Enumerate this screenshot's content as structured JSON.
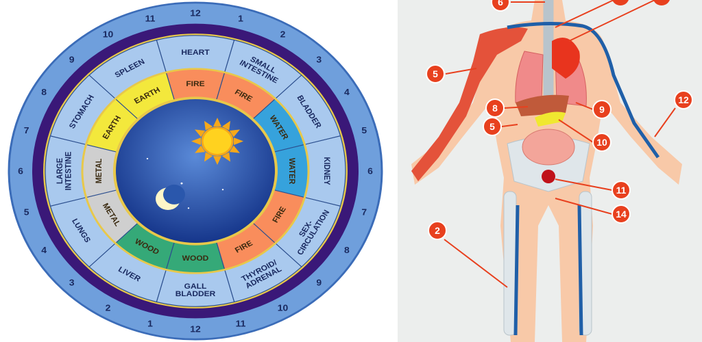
{
  "wheel": {
    "colors": {
      "hour_ring": "#6f9fdc",
      "purple_band": "#3a1878",
      "organ_ring": "#a9c9ee",
      "sky": "#1e4fa8",
      "gold": "#e8c84a",
      "fire": "#f98d5c",
      "water": "#36a2dc",
      "wood": "#35a978",
      "metal": "#cfcfcf",
      "earth": "#f3e83c"
    },
    "hour_labels": [
      "12",
      "1",
      "2",
      "3",
      "4",
      "5",
      "6",
      "7",
      "8",
      "9",
      "10",
      "11",
      "12",
      "1",
      "2",
      "3",
      "4",
      "5",
      "6",
      "7",
      "8",
      "9",
      "10",
      "11"
    ],
    "segments": [
      {
        "organ": [
          "HEART"
        ],
        "element": "FIRE",
        "type": "fire"
      },
      {
        "organ": [
          "SMALL",
          "INTESTINE"
        ],
        "element": "FIRE",
        "type": "fire"
      },
      {
        "organ": [
          "BLADDER"
        ],
        "element": "WATER",
        "type": "water"
      },
      {
        "organ": [
          "KIDNEY"
        ],
        "element": "WATER",
        "type": "water"
      },
      {
        "organ": [
          "SEX-",
          "CIRCULATION"
        ],
        "element": "FIRE",
        "type": "fire"
      },
      {
        "organ": [
          "THYROID/",
          "ADRENAL"
        ],
        "element": "FIRE",
        "type": "fire"
      },
      {
        "organ": [
          "GALL",
          "BLADDER"
        ],
        "element": "WOOD",
        "type": "wood"
      },
      {
        "organ": [
          "LIVER"
        ],
        "element": "WOOD",
        "type": "wood"
      },
      {
        "organ": [
          "LUNGS"
        ],
        "element": "METAL",
        "type": "metal"
      },
      {
        "organ": [
          "LARGE",
          "INTESTINE"
        ],
        "element": "METAL",
        "type": "metal"
      },
      {
        "organ": [
          "STOMACH"
        ],
        "element": "EARTH",
        "type": "earth"
      },
      {
        "organ": [
          "SPLEEN"
        ],
        "element": "EARTH",
        "type": "earth"
      }
    ]
  },
  "anatomy": {
    "colors": {
      "background": "#eceeed",
      "skin": "#f8c9a8",
      "muscle": "#e4523a",
      "vein": "#1f5fa8",
      "bone": "#dfe6ea",
      "marker": "#e8401e"
    },
    "markers": [
      {
        "label": "6"
      },
      {
        "label": "5"
      },
      {
        "label": "8"
      },
      {
        "label": "5"
      },
      {
        "label": "9"
      },
      {
        "label": "10"
      },
      {
        "label": "12"
      },
      {
        "label": "11"
      },
      {
        "label": "14"
      },
      {
        "label": "2"
      }
    ]
  }
}
